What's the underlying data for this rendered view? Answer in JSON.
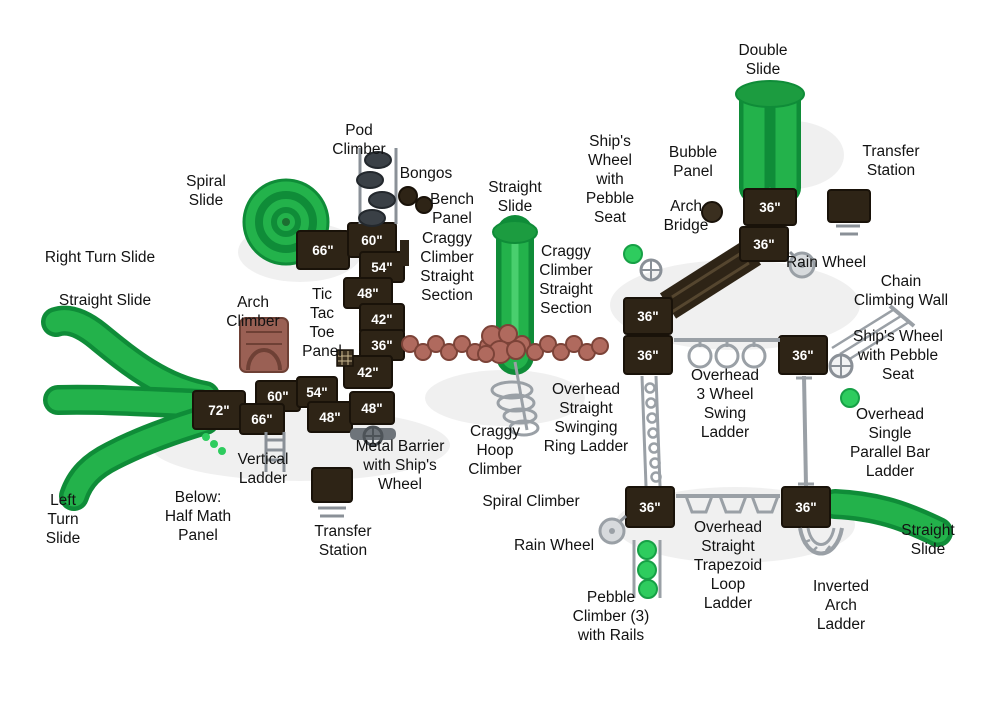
{
  "palette": {
    "slide_green": "#23b24b",
    "slide_green_dark": "#0f8c38",
    "platform_brown": "#2e2416",
    "craggy_red": "#b06a5e",
    "arch_red": "#9a6054",
    "metal_gray": "#9aa0a6",
    "pebble_green": "#2ecc5e",
    "label_text": "#121212",
    "size_label": "#ffffff"
  },
  "labels": [
    {
      "text": "Double\nSlide"
    },
    {
      "text": "Pod\nClimber"
    },
    {
      "text": "Bongos"
    },
    {
      "text": "Spiral\nSlide"
    },
    {
      "text": "Bench\nPanel"
    },
    {
      "text": "Straight\nSlide"
    },
    {
      "text": "Ship's\nWheel\nwith\nPebble\nSeat"
    },
    {
      "text": "Bubble\nPanel"
    },
    {
      "text": "Transfer\nStation"
    },
    {
      "text": "Arch\nBridge"
    },
    {
      "text": "Right Turn Slide"
    },
    {
      "text": "Craggy\nClimber\nStraight\nSection"
    },
    {
      "text": "Craggy\nClimber\nStraight\nSection"
    },
    {
      "text": "Rain Wheel"
    },
    {
      "text": "Chain\nClimbing Wall"
    },
    {
      "text": "Straight Slide"
    },
    {
      "text": "Arch\nClimber"
    },
    {
      "text": "Tic\nTac\nToe\nPanel"
    },
    {
      "text": "Ship's Wheel\nwith Pebble\nSeat"
    },
    {
      "text": "Overhead\n3 Wheel\nSwing\nLadder"
    },
    {
      "text": "Overhead\nStraight\nSwinging\nRing Ladder"
    },
    {
      "text": "Overhead Single\nParallel Bar\nLadder"
    },
    {
      "text": "Craggy\nHoop\nClimber"
    },
    {
      "text": "Metal Barrier\nwith Ship's\nWheel"
    },
    {
      "text": "Vertical\nLadder"
    },
    {
      "text": "Spiral Climber"
    },
    {
      "text": "Left\nTurn\nSlide"
    },
    {
      "text": "Below:\nHalf Math\nPanel"
    },
    {
      "text": "Transfer\nStation"
    },
    {
      "text": "Rain Wheel"
    },
    {
      "text": "Straight\nSlide"
    },
    {
      "text": "Overhead\nStraight\nTrapezoid\nLoop\nLadder"
    },
    {
      "text": "Inverted\nArch\nLadder"
    },
    {
      "text": "Pebble\nClimber (3)\nwith Rails"
    }
  ],
  "measurements": [
    {
      "value": "66\""
    },
    {
      "value": "60\""
    },
    {
      "value": "54\""
    },
    {
      "value": "48\""
    },
    {
      "value": "42\""
    },
    {
      "value": "36\""
    },
    {
      "value": "42\""
    },
    {
      "value": "60\""
    },
    {
      "value": "54\""
    },
    {
      "value": "72\""
    },
    {
      "value": "66\""
    },
    {
      "value": "48\""
    },
    {
      "value": "48\""
    },
    {
      "value": "36\""
    },
    {
      "value": "36\""
    },
    {
      "value": "36\""
    },
    {
      "value": "36\""
    },
    {
      "value": "36\""
    },
    {
      "value": "36\""
    },
    {
      "value": "36\""
    }
  ]
}
